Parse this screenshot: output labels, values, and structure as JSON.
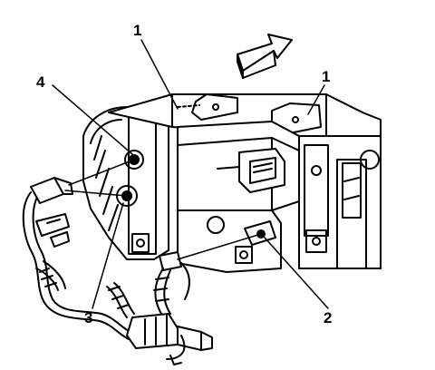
{
  "callouts": {
    "label_1_top": "1",
    "label_1_right": "1",
    "label_4": "4",
    "label_3": "3",
    "label_2": "2"
  },
  "direction_indicator": {
    "icon": "direction-arrow-icon",
    "meaning": ""
  },
  "colors": {
    "ink": "#000000",
    "paper": "#ffffff"
  }
}
